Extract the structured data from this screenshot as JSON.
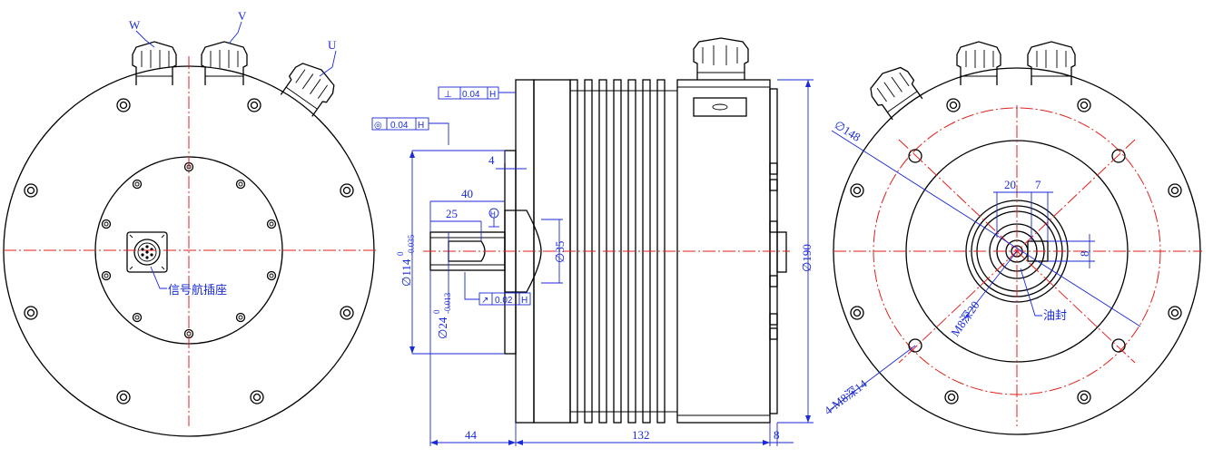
{
  "colors": {
    "outline": "#000000",
    "centerline": "#e0201a",
    "dimension": "#1a2ad6"
  },
  "front_view": {
    "phase_labels": [
      "W",
      "V",
      "U"
    ],
    "connector_label": "信号航插座"
  },
  "side_view": {
    "perpendicularity": {
      "symbol": "⊥",
      "tolerance": "0.04",
      "datum": "H"
    },
    "concentricity": {
      "symbol": "◎",
      "tolerance": "0.04",
      "datum": "H"
    },
    "runout": {
      "symbol": "↗",
      "tolerance": "0.02",
      "datum": "H"
    },
    "datum_mark": "H",
    "dims": {
      "flange_step": "4",
      "shaft_length": "40",
      "key_length": "25",
      "pilot_dia": "∅114",
      "pilot_tol_upper": "0",
      "pilot_tol_lower": "-0.035",
      "shaft_dia": "∅24",
      "shaft_tol_upper": "0",
      "shaft_tol_lower": "-0.013",
      "boss_dia": "∅35",
      "body_dia": "∅190",
      "overhang": "44",
      "body_length": "132",
      "rear_length": "8"
    }
  },
  "rear_view": {
    "bolt_circle": "∅148",
    "dim_20": "20",
    "dim_7": "7",
    "dim_8": "8",
    "center_thread": "M8深20",
    "mount_holes": "4-M8深14",
    "oil_seal": "油封"
  }
}
